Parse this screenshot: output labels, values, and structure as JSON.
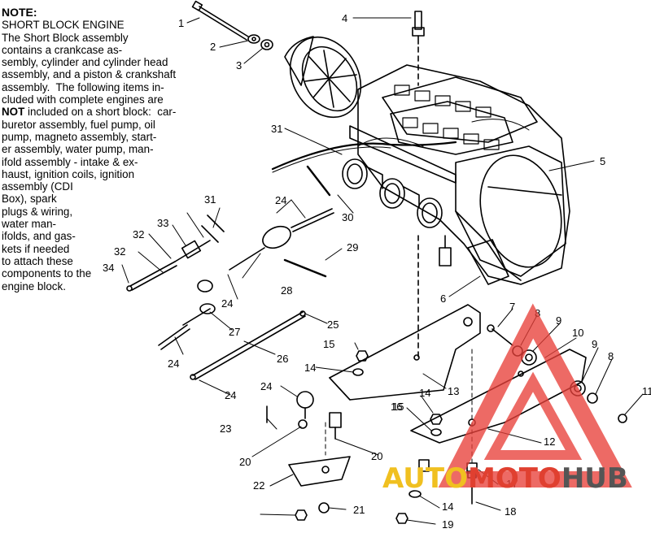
{
  "note": {
    "title": "NOTE:",
    "lines": [
      "SHORT BLOCK ENGINE",
      "The Short Block assembly",
      "contains a crankcase as-",
      "sembly, cylinder and cylinder head",
      "assembly, and a piston & crankshaft",
      "assembly.  The following items in-",
      "cluded with complete engines are",
      "NOT included on a short block:  car-",
      "buretor assembly, fuel pump, oil",
      "pump, magneto assembly, start-",
      "er assembly, water pump, man-",
      "ifold assembly - intake & ex-",
      "haust, ignition coils, ignition",
      "assembly (CDI",
      "Box), spark",
      "plugs & wiring,",
      "water man-",
      "ifolds, and gas-",
      "kets if needed",
      "to attach these",
      "components to the",
      "engine block."
    ]
  },
  "callouts": [
    "1",
    "2",
    "3",
    "4",
    "5",
    "6",
    "7",
    "8",
    "9",
    "10",
    "9",
    "8",
    "11",
    "12",
    "13",
    "14",
    "15",
    "14",
    "15",
    "16",
    "17",
    "18",
    "14",
    "19",
    "20",
    "20",
    "21",
    "22",
    "23",
    "24",
    "24",
    "24",
    "24",
    "24",
    "25",
    "26",
    "27",
    "28",
    "29",
    "30",
    "31",
    "31",
    "32",
    "32",
    "33",
    "34"
  ],
  "watermark": {
    "text_a": "AUTO",
    "text_b": "MOTO",
    "text_c": "HUB",
    "color_a": "#f0c020",
    "color_b": "#e04030",
    "color_c": "#555555",
    "triangle_color": "#e8403a"
  }
}
